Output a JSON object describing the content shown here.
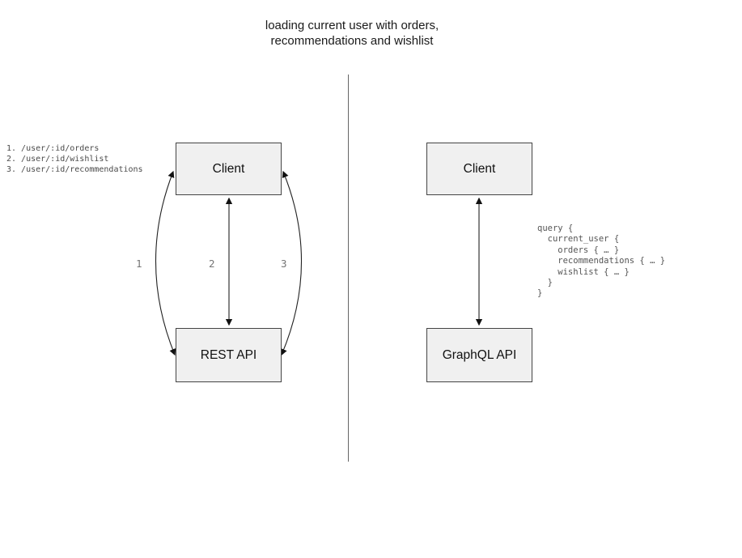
{
  "title": {
    "line1": "loading current user with orders,",
    "line2": "recommendations and wishlist"
  },
  "left_panel": {
    "endpoints": [
      "1. /user/:id/orders",
      "2. /user/:id/wishlist",
      "3. /user/:id/recommendations"
    ],
    "client_label": "Client",
    "api_label": "REST API",
    "arrow_labels": [
      "1",
      "2",
      "3"
    ]
  },
  "right_panel": {
    "client_label": "Client",
    "api_label": "GraphQL API",
    "query_lines": [
      "query {",
      "  current_user {",
      "    orders { … }",
      "    recommendations { … }",
      "    wishlist { … }",
      "  }",
      "}"
    ]
  },
  "colors": {
    "box_fill": "#f0f0f0",
    "box_border": "#444444",
    "arrow": "#222222",
    "divider": "#666666",
    "code_text": "#555555",
    "arrow_label_text": "#757575"
  }
}
